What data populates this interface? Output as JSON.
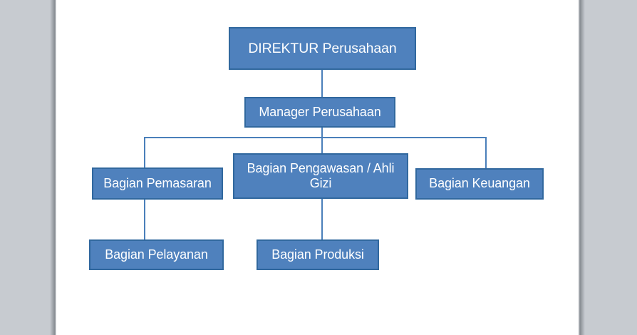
{
  "document": {
    "background_color": "#ffffff",
    "workspace_color": "#c7cbd0"
  },
  "chart_data": {
    "type": "diagram",
    "diagram_kind": "organizational-chart",
    "title": "",
    "language": "id",
    "node_fill_color": "#4f81bd",
    "node_border_color": "#31689e",
    "node_text_color": "#ffffff",
    "connector_color": "#4a7fba",
    "levels": 4,
    "nodes": [
      {
        "id": "direktur",
        "label": "DIREKTUR Perusahaan",
        "level": 0,
        "parent": null
      },
      {
        "id": "manager",
        "label": "Manager Perusahaan",
        "level": 1,
        "parent": "direktur"
      },
      {
        "id": "pemasaran",
        "label": "Bagian Pemasaran",
        "level": 2,
        "parent": "manager"
      },
      {
        "id": "pengawasan",
        "label": "Bagian Pengawasan / Ahli\nGizi",
        "level": 2,
        "parent": "manager"
      },
      {
        "id": "keuangan",
        "label": "Bagian Keuangan",
        "level": 2,
        "parent": "manager"
      },
      {
        "id": "pelayanan",
        "label": "Bagian Pelayanan",
        "level": 3,
        "parent": "pemasaran"
      },
      {
        "id": "produksi",
        "label": "Bagian Produksi",
        "level": 3,
        "parent": "pengawasan"
      }
    ],
    "edges": [
      {
        "from": "direktur",
        "to": "manager"
      },
      {
        "from": "manager",
        "to": "pemasaran"
      },
      {
        "from": "manager",
        "to": "pengawasan"
      },
      {
        "from": "manager",
        "to": "keuangan"
      },
      {
        "from": "pemasaran",
        "to": "pelayanan"
      },
      {
        "from": "pengawasan",
        "to": "produksi"
      }
    ]
  }
}
